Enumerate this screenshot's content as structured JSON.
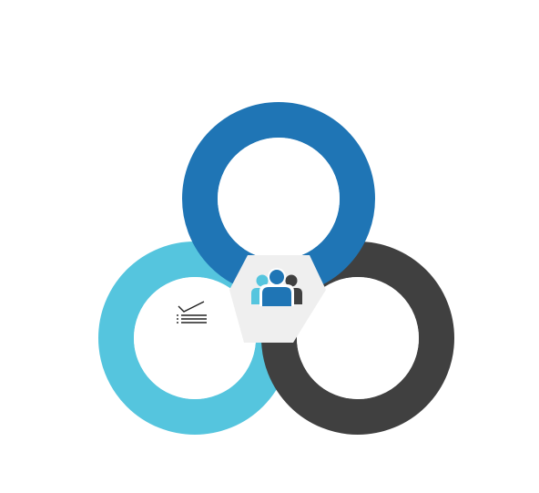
{
  "diagram": {
    "rings": [
      {
        "id": "top",
        "color": "#1f75b5",
        "icon": ""
      },
      {
        "id": "left",
        "color": "#55c5de",
        "icon": "checklist-icon"
      },
      {
        "id": "right",
        "color": "#404040",
        "icon": ""
      }
    ],
    "center": {
      "fill": "#efefef",
      "icon": "users-group-icon",
      "icon_colors": [
        "#55c5de",
        "#1f75b5",
        "#404040"
      ]
    },
    "checklist_icon_color": "#222222"
  }
}
